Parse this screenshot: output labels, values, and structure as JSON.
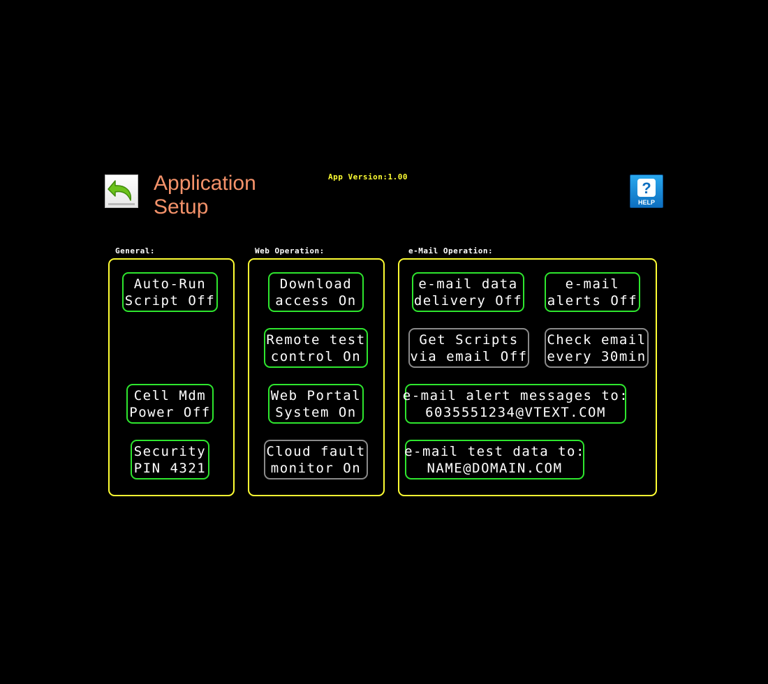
{
  "header": {
    "title_line1": "Application",
    "title_line2": "Setup",
    "version": "App Version:1.00",
    "back_icon": "back-arrow-icon",
    "help_icon": "help-icon",
    "help_label": "HELP"
  },
  "colors": {
    "panel_border": "#ffff33",
    "active_button_border": "#2ee62e",
    "disabled_button_border": "#8a8a8a",
    "title": "#f4926a"
  },
  "general": {
    "label": "General:",
    "auto_run": [
      "Auto-Run",
      "Script Off"
    ],
    "cell_mdm": [
      "Cell Mdm",
      "Power Off"
    ],
    "security": [
      "Security",
      "PIN 4321"
    ]
  },
  "web": {
    "label": "Web Operation:",
    "download": [
      "Download",
      "access On"
    ],
    "remote_test": [
      "Remote test",
      "control On"
    ],
    "web_portal": [
      "Web Portal",
      "System On"
    ],
    "cloud_fault": [
      "Cloud fault",
      "monitor On"
    ]
  },
  "email": {
    "label": "e-Mail Operation:",
    "data_delivery": [
      "e-mail data",
      "delivery Off"
    ],
    "alerts": [
      "e-mail",
      "alerts Off"
    ],
    "get_scripts": [
      "Get Scripts",
      "via email Off"
    ],
    "check_email": [
      "Check email",
      "every 30min"
    ],
    "alert_messages": [
      "e-mail alert messages to:",
      "6035551234@VTEXT.COM"
    ],
    "test_data": [
      "e-mail test data to:",
      "NAME@DOMAIN.COM"
    ]
  }
}
